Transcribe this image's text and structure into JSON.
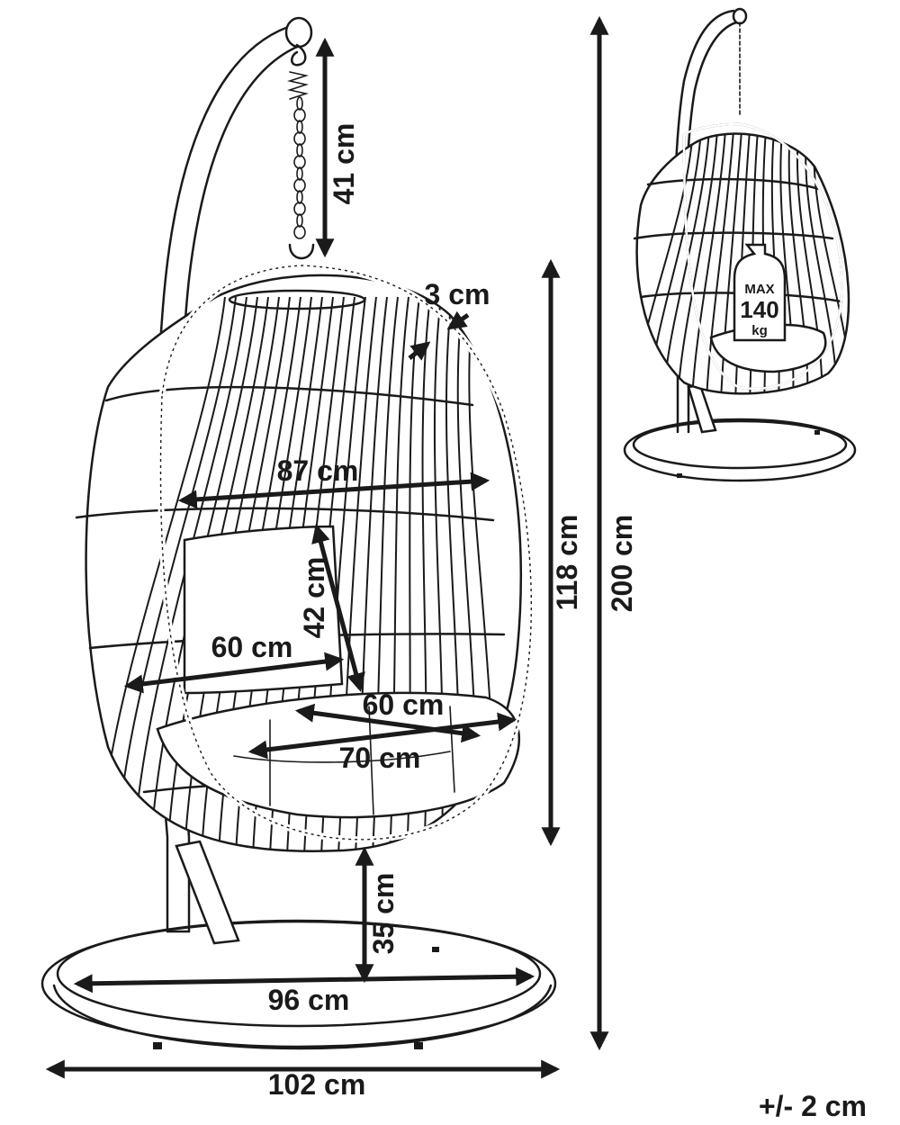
{
  "dimensions": {
    "chain_length": "41 cm",
    "rim_thickness": "3 cm",
    "basket_width_top": "87 cm",
    "backrest_height": "42 cm",
    "seat_width_left": "60 cm",
    "cushion_width": "60 cm",
    "seat_width": "70 cm",
    "basket_height": "118 cm",
    "total_height": "200 cm",
    "ground_clearance": "35 cm",
    "base_inner_width": "96 cm",
    "base_outer_width": "102 cm"
  },
  "weight_badge": {
    "max_label": "MAX",
    "value": "140",
    "unit": "kg"
  },
  "tolerance": "+/- 2 cm",
  "colors": {
    "ink": "#1a1a1a",
    "background": "#ffffff"
  }
}
